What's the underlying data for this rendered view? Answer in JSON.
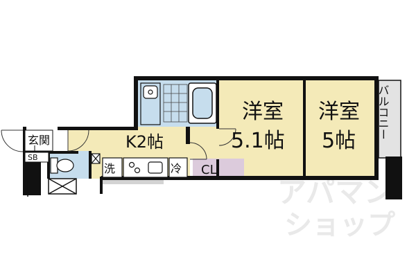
{
  "rooms": {
    "western_room_1": {
      "name": "洋室",
      "size": "5.1帖"
    },
    "western_room_2": {
      "name": "洋室",
      "size": "5帖"
    },
    "kitchen": "K2帖",
    "entrance": "玄関",
    "shoe_box": "SB",
    "closet": "CL",
    "washer": "洗",
    "fridge": "冷",
    "balcony": "バルコニー"
  },
  "watermark": {
    "line1": "アパマン",
    "line2": "ショップ"
  },
  "colors": {
    "room_fill": "#f4eab8",
    "wet_area_fill": "#c6dded",
    "closet_fill": "#dccbdc",
    "balcony_fill": "#e3e3e3",
    "wall": "#111111",
    "exterior_gray": "#d3d3d3"
  }
}
